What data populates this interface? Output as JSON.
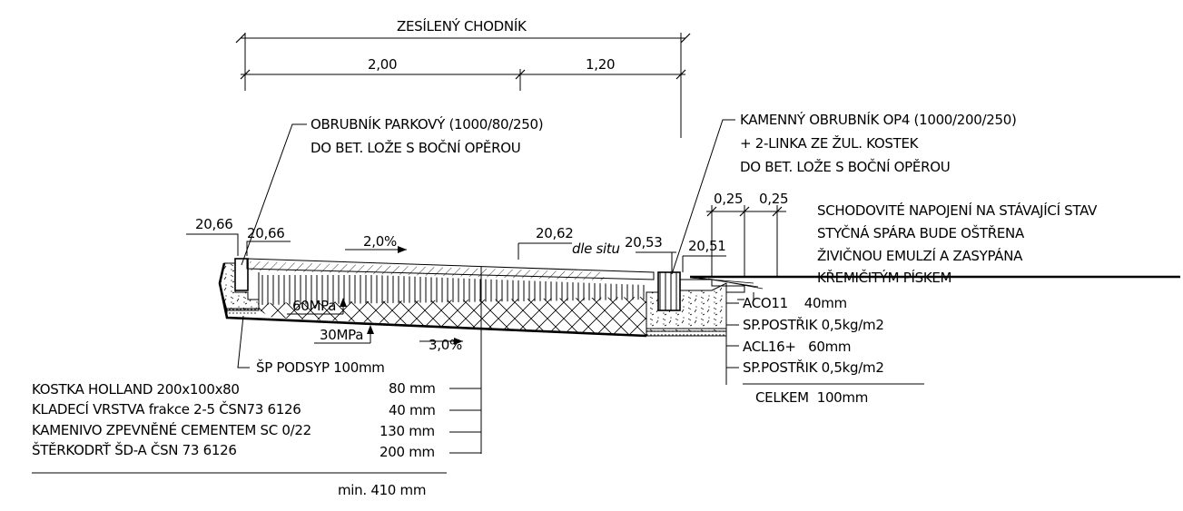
{
  "title_dim": {
    "label": "ZESÍLENÝ CHODNÍK",
    "seg1": "2,00",
    "seg2": "1,20"
  },
  "callouts": {
    "park_curb_1": "OBRUBNÍK PARKOVÝ (1000/80/250)",
    "park_curb_2": "DO BET. LOŽE S BOČNÍ OPĚROU",
    "stone_curb_1": "KAMENNÝ OBRUBNÍK OP4 (1000/200/250)",
    "stone_curb_2": "+ 2-LINKA ZE ŽUL. KOSTEK",
    "stone_curb_3": "DO BET. LOŽE S BOČNÍ OPĚROU"
  },
  "step_dims": {
    "a": "0,25",
    "b": "0,25"
  },
  "connection_note": [
    "SCHODOVITÉ NAPOJENÍ NA STÁVAJÍCÍ STAV",
    "STYČNÁ SPÁRA BUDE OŠTŘENA",
    "ŽIVIČNOU EMULZÍ A ZASYPÁNA",
    "KŘEMIČITÝM PÍSKEM"
  ],
  "levels": {
    "l1": "20,66",
    "l2": "20,66",
    "l3": "20,62",
    "l4": "20,53",
    "l5": "20,51",
    "dle_situ": "dle situ"
  },
  "slopes": {
    "top": "2,0%",
    "bottom": "3,0%"
  },
  "moduli": {
    "upper": "60MPa",
    "lower": "30MPa"
  },
  "sp_podsyp": "ŠP PODSYP 100mm",
  "layers": [
    {
      "name": "KOSTKA HOLLAND 200x100x80",
      "thick": "80 mm"
    },
    {
      "name": "KLADECÍ VRSTVA frakce 2-5 ČSN73 6126",
      "thick": "40 mm"
    },
    {
      "name": "KAMENIVO ZPEVNĚNÉ CEMENTEM SC 0/22",
      "thick": "130 mm"
    },
    {
      "name": "ŠTĚRKODRŤ ŠD-A ČSN 73 6126",
      "thick": "200 mm"
    }
  ],
  "total_min": "min. 410 mm",
  "existing_layers": [
    "ACO11    40mm",
    "SP.POSTŘIK 0,5kg/m2",
    "ACL16+   60mm",
    "SP.POSTŘIK 0,5kg/m2"
  ],
  "existing_total": "CELKEM  100mm"
}
